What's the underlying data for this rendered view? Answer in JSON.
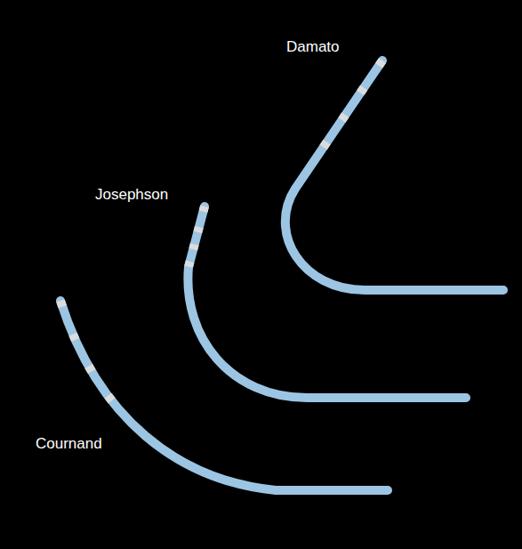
{
  "diagram": {
    "labels": [
      "Damato",
      "Josephson",
      "Cournand"
    ]
  }
}
